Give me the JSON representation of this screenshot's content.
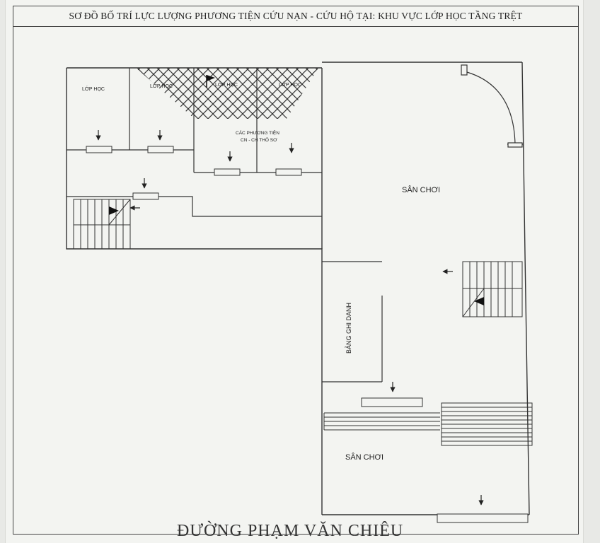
{
  "title": "SƠ ĐỒ BỐ TRÍ LỰC LƯỢNG PHƯƠNG TIỆN CỨU NẠN - CỨU HỘ TẠI: KHU VỰC LỚP HỌC TẦNG TRỆT",
  "rooms": [
    {
      "label": "LỚP HỌC"
    },
    {
      "label": "LỚP HỌC"
    },
    {
      "label": "LỚP HỌC"
    },
    {
      "label": "LỚP HỌC"
    }
  ],
  "equipment_label_line1": "CÁC PHƯƠNG TIỆN",
  "equipment_label_line2": "CN - CH THÔ SƠ",
  "playground_top": "SÂN CHƠI",
  "playground_bottom": "SÂN CHƠI",
  "honor_board": "BẢNG GHI DANH",
  "street": "ĐƯỜNG PHẠM VĂN CHIÊU"
}
